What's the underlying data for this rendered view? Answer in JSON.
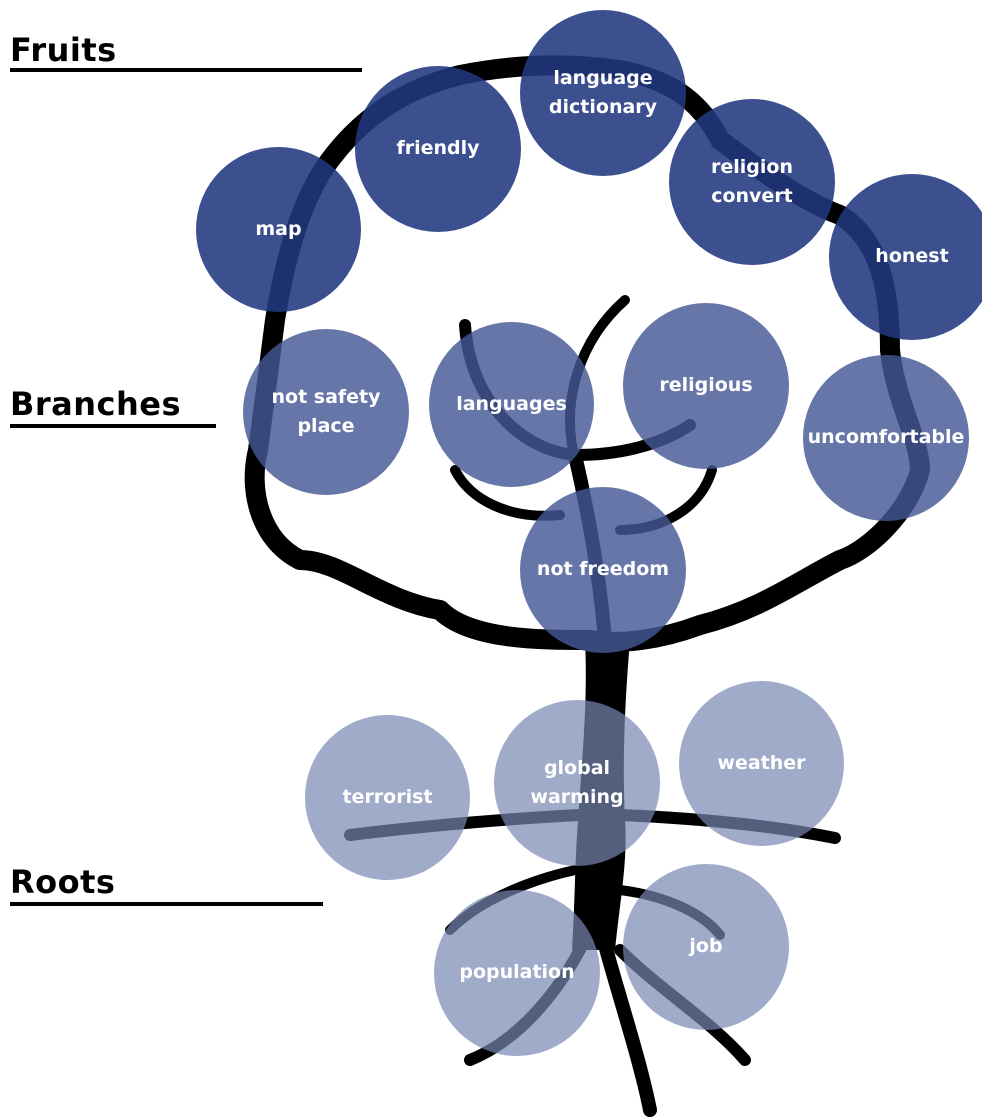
{
  "sections": {
    "fruits": {
      "label": "Fruits"
    },
    "branches": {
      "label": "Branches"
    },
    "roots": {
      "label": "Roots"
    }
  },
  "fruits": [
    {
      "text": "map"
    },
    {
      "text": "friendly"
    },
    {
      "text": "language\ndictionary"
    },
    {
      "text": "religion\nconvert"
    },
    {
      "text": "honest"
    }
  ],
  "branches": [
    {
      "text": "not safety\nplace"
    },
    {
      "text": "languages"
    },
    {
      "text": "religious"
    },
    {
      "text": "uncomfortable"
    },
    {
      "text": "not freedom"
    }
  ],
  "roots": [
    {
      "text": "terrorist"
    },
    {
      "text": "global\nwarming"
    },
    {
      "text": "weather"
    },
    {
      "text": "population"
    },
    {
      "text": "job"
    }
  ],
  "colors": {
    "fruit": "#213780",
    "branch": "#465896",
    "root": "#7886b2",
    "tree": "#000000",
    "label": "#000000"
  }
}
